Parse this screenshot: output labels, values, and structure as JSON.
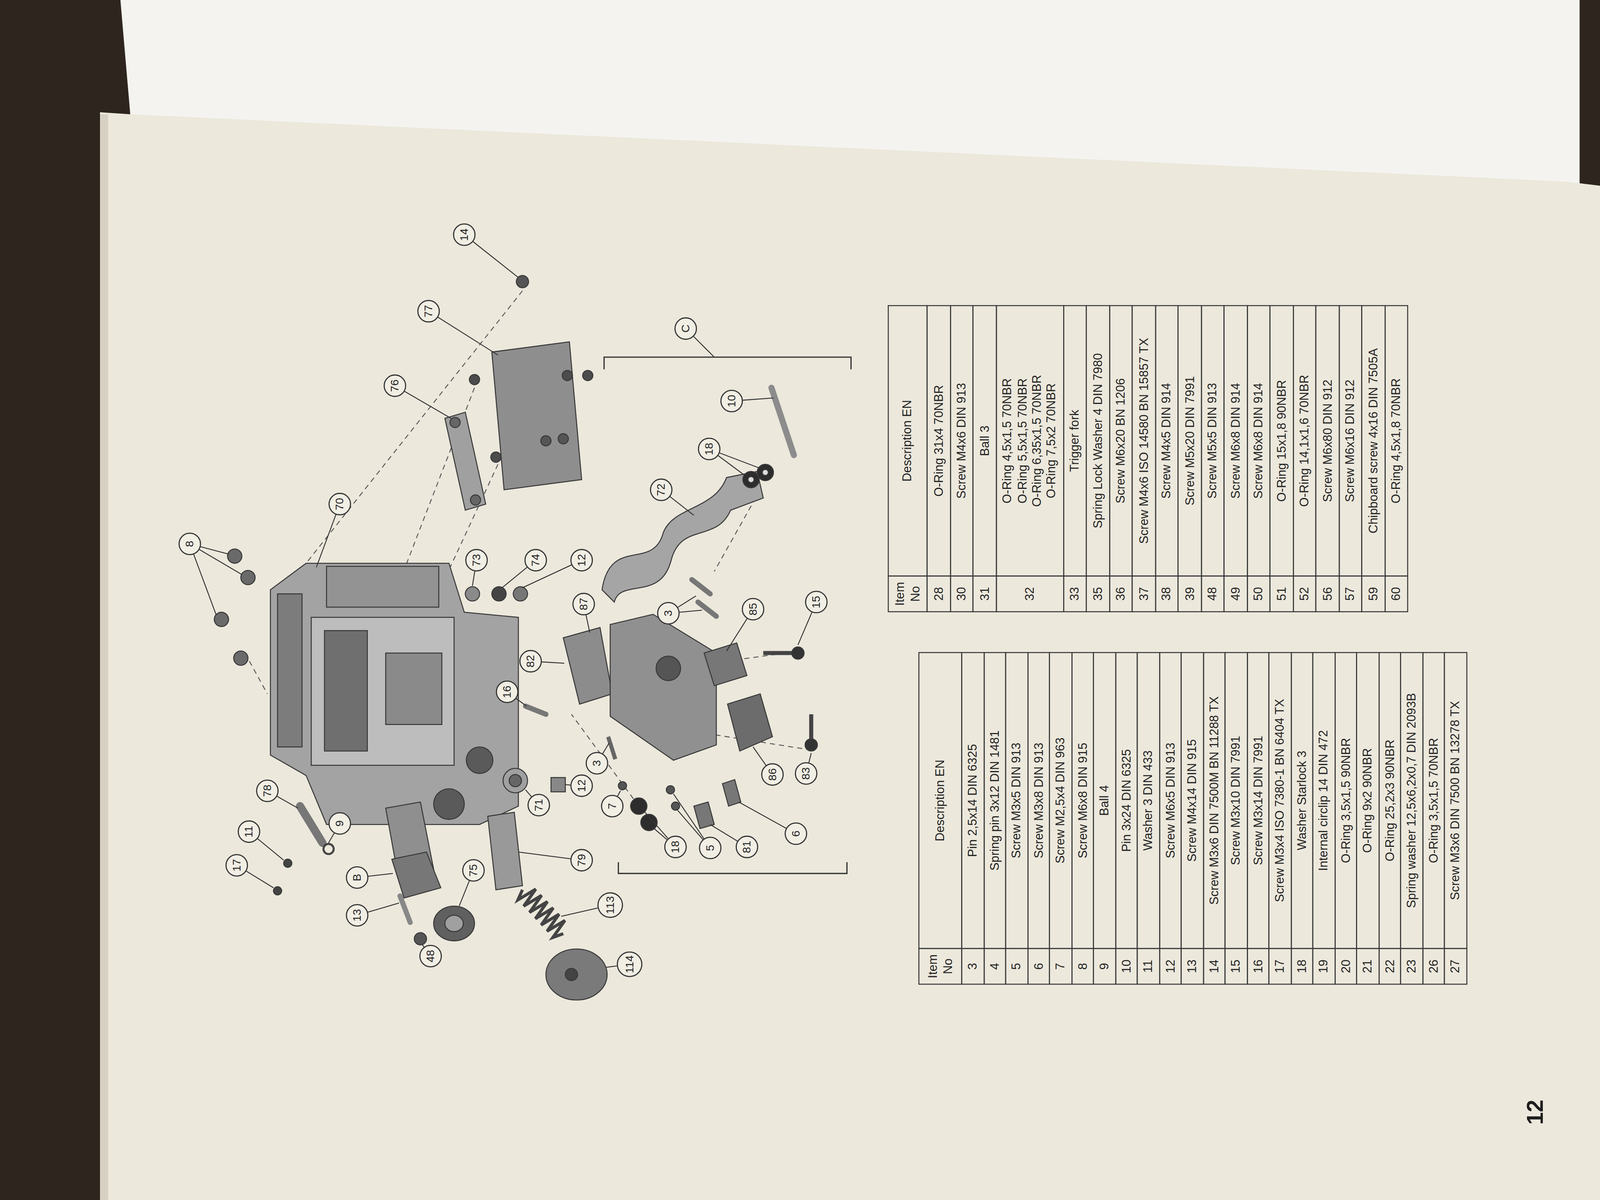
{
  "diagram": {
    "labels": [
      "14",
      "77",
      "76",
      "70",
      "8",
      "73",
      "74",
      "12",
      "87",
      "72",
      "18",
      "10",
      "C",
      "3",
      "85",
      "15",
      "82",
      "16",
      "78",
      "11",
      "17",
      "9",
      "B",
      "13",
      "48",
      "75",
      "71",
      "12",
      "3",
      "7",
      "79",
      "113",
      "114",
      "18",
      "5",
      "81",
      "6",
      "86",
      "83",
      "Item No",
      "Description EN",
      "3",
      "Pin 2,5x14 DIN 6325",
      "4",
      "Spring pin 3x12 DIN 1481",
      "5",
      "Screw M3x5 DIN 913",
      "6",
      "Screw M3x8 DIN 913",
      "7",
      "Screw M2,5x4 DIN 963",
      "8",
      "Screw M6x8 DIN 915",
      "9",
      "Ball 4",
      "10",
      "Pin 3x24 DIN 6325",
      "11",
      "Washer 3 DIN 433",
      "12",
      "Screw M6x5 DIN 913",
      "13",
      "Screw M4x14 DIN 915",
      "14",
      "Screw M3x6 DIN 7500M BN 11288 TX",
      "15",
      "Screw M3x10 DIN 7991",
      "16",
      "Screw M3x14 DIN 7991",
      "17",
      "Screw M3x4 ISO 7380-1 BN 6404 TX",
      "18",
      "Washer Starlock 3",
      "19",
      "Internal circlip 14 DIN 472",
      "20",
      "O-Ring 3,5x1,5 90NBR",
      "21",
      "O-Ring 9x2 90NBR",
      "22",
      "O-Ring 25,2x3 90NBR",
      "23",
      "Spring washer 12,5x6,2x0,7 DIN 2093B",
      "26",
      "O-Ring 3,5x1,5 70NBR",
      "27",
      "Screw M3x6 DIN 7500 BN 13278 TX",
      "Item No",
      "Description EN",
      "28",
      "O-Ring 31x4 70NBR",
      "30",
      "Screw M4x6 DIN 913",
      "31",
      "Ball 3",
      "32",
      "O-Ring 4,5x1,5 70NBR",
      "O-Ring 5,5x1,5 70NBR",
      "O-Ring 6,35x1,5 70NBR",
      "O-Ring 7,5x2 70NBR",
      "33",
      "Trigger fork",
      "35",
      "Spring Lock Washer 4 DIN 7980",
      "36",
      "Screw M6x20 BN 1206",
      "37",
      "Screw M4x6 ISO 14580 BN 15857 TX",
      "38",
      "Screw M4x5 DIN 914",
      "39",
      "Screw M5x20 DIN 7991",
      "48",
      "Screw M5x5 DIN 913",
      "49",
      "Screw M6x8 DIN 914",
      "50",
      "Screw M6x8 DIN 914",
      "51",
      "O-Ring 15x1,8 90NBR",
      "52",
      "O-Ring 14,1x1,6 70NBR",
      "56",
      "Screw M6x80 DIN 912",
      "57",
      "Screw M6x16 DIN 912",
      "59",
      "Chipboard screw 4x16 DIN 7505A",
      "60",
      "O-Ring 4,5x1,8 70NBR",
      "12"
    ]
  }
}
